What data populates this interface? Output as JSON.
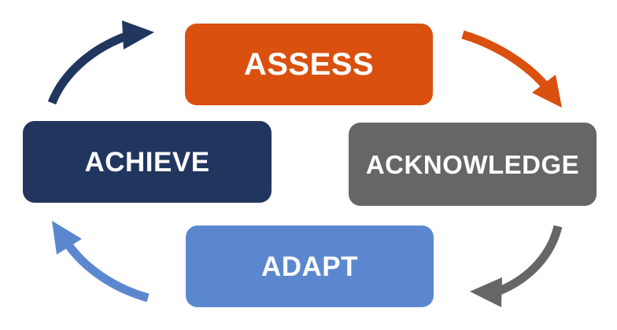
{
  "diagram": {
    "type": "cycle",
    "title": "",
    "background_color": "#FFFFFF",
    "steps": [
      {
        "id": "assess",
        "label": "ASSESS",
        "position": "top",
        "fill_color": "#D9500F",
        "text_color": "#FFFFFF"
      },
      {
        "id": "acknowledge",
        "label": "ACKNOWLEDGE",
        "position": "right",
        "fill_color": "#666666",
        "text_color": "#FFFFFF"
      },
      {
        "id": "adapt",
        "label": "ADAPT",
        "position": "bottom",
        "fill_color": "#5B87CF",
        "text_color": "#FFFFFF"
      },
      {
        "id": "achieve",
        "label": "ACHIEVE",
        "position": "left",
        "fill_color": "#21365F",
        "text_color": "#FFFFFF"
      }
    ],
    "connectors": [
      {
        "id": "assess-to-acknowledge",
        "from": "assess",
        "to": "acknowledge",
        "color": "#D9500F",
        "direction": "down-right"
      },
      {
        "id": "acknowledge-to-adapt",
        "from": "acknowledge",
        "to": "adapt",
        "color": "#666666",
        "direction": "down-left"
      },
      {
        "id": "adapt-to-achieve",
        "from": "adapt",
        "to": "achieve",
        "color": "#5B87CF",
        "direction": "up-left"
      },
      {
        "id": "achieve-to-assess",
        "from": "achieve",
        "to": "assess",
        "color": "#21365F",
        "direction": "up-right"
      }
    ]
  }
}
